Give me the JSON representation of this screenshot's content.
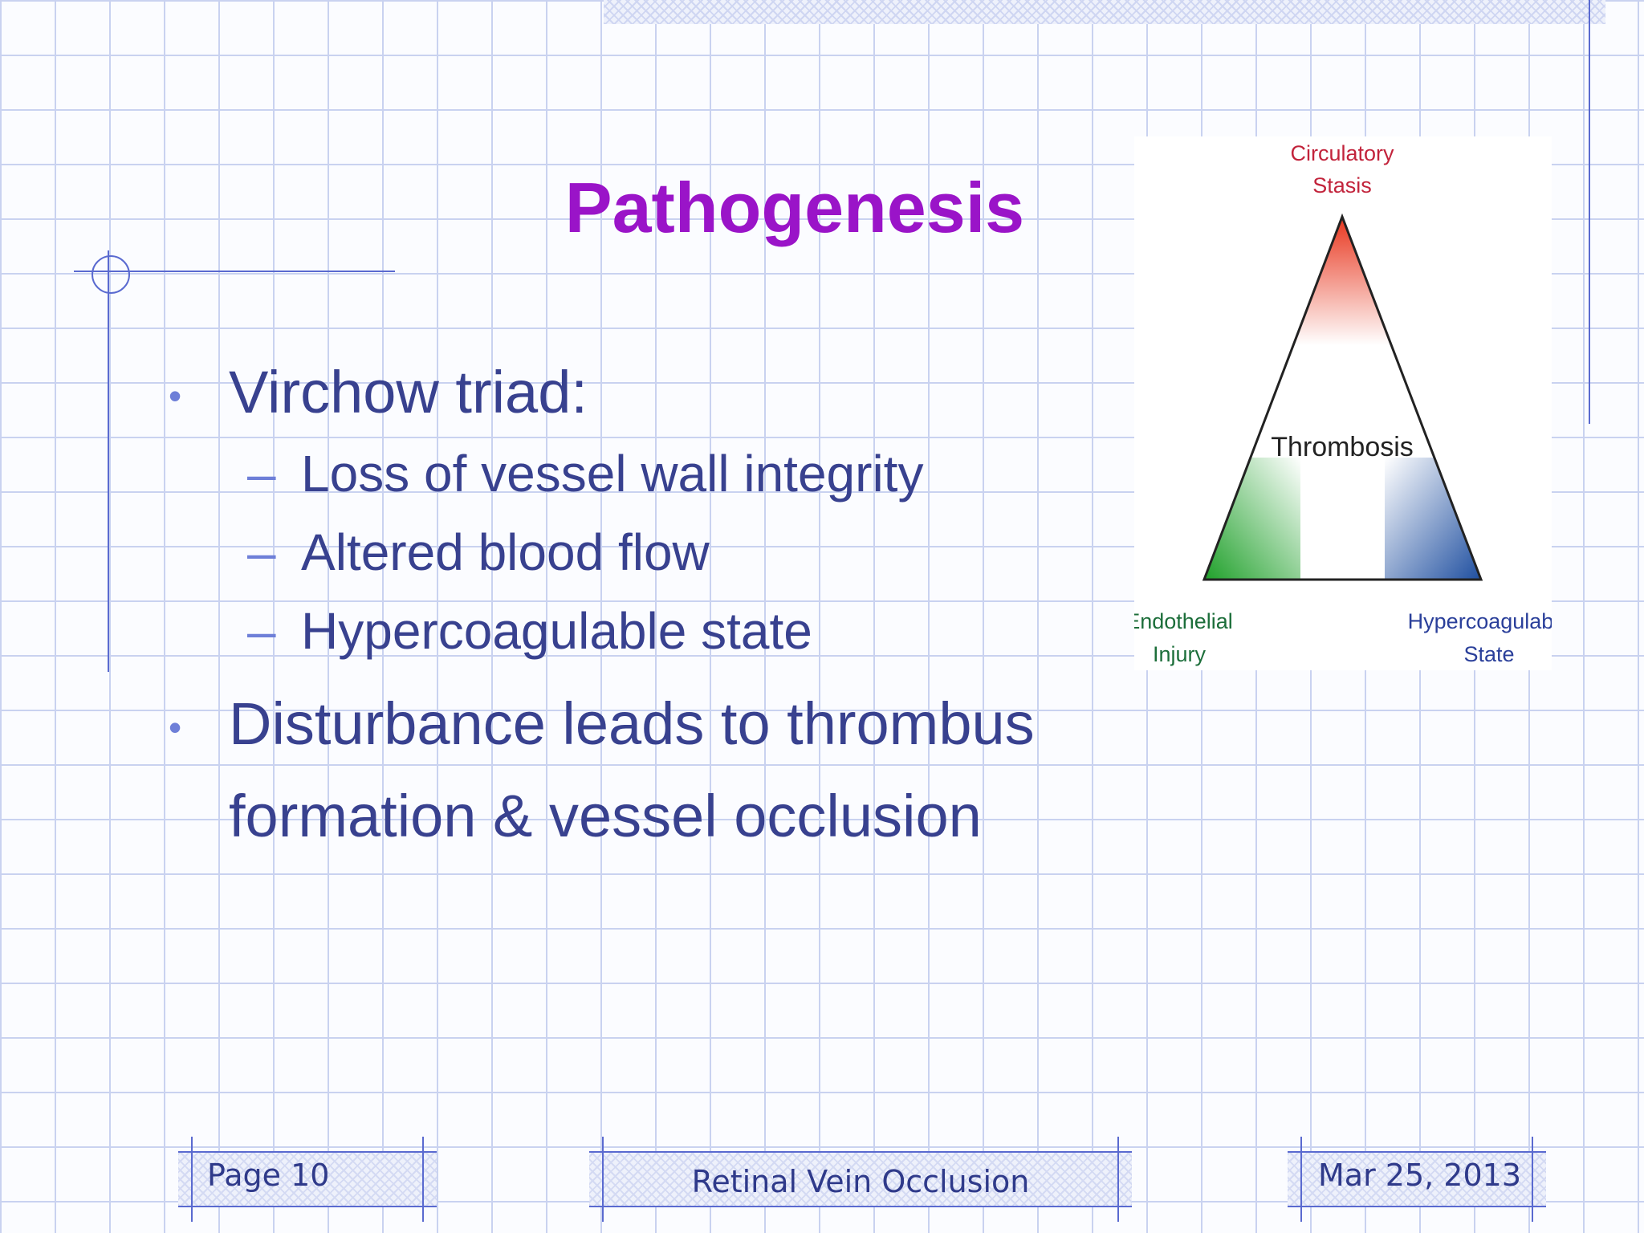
{
  "slide": {
    "title": "Pathogenesis",
    "bullets": [
      {
        "text": "Virchow triad:",
        "sub": [
          "Loss of vessel wall integrity",
          "Altered blood flow",
          "Hypercoagulable state"
        ]
      },
      {
        "text_line1": "Disturbance leads to thrombus",
        "text_line2": "formation & vessel occlusion"
      }
    ],
    "bullet_glyph": "•",
    "sub_glyph": "–"
  },
  "diagram": {
    "top_label_line1": "Circulatory",
    "top_label_line2": "Stasis",
    "center_label": "Thrombosis",
    "left_label_line1": "Endothelial",
    "left_label_line2": "Injury",
    "right_label_line1": "Hypercoagulable",
    "right_label_line2": "State",
    "colors": {
      "top": "#e8361e",
      "left": "#1fa02a",
      "right": "#1f4fa0",
      "top_label": "#c2233b",
      "left_label": "#1c6e3a",
      "right_label": "#2a3f9a"
    }
  },
  "footer": {
    "page": "Page 10",
    "center": "Retinal Vein Occlusion",
    "date": "Mar 25, 2013"
  }
}
